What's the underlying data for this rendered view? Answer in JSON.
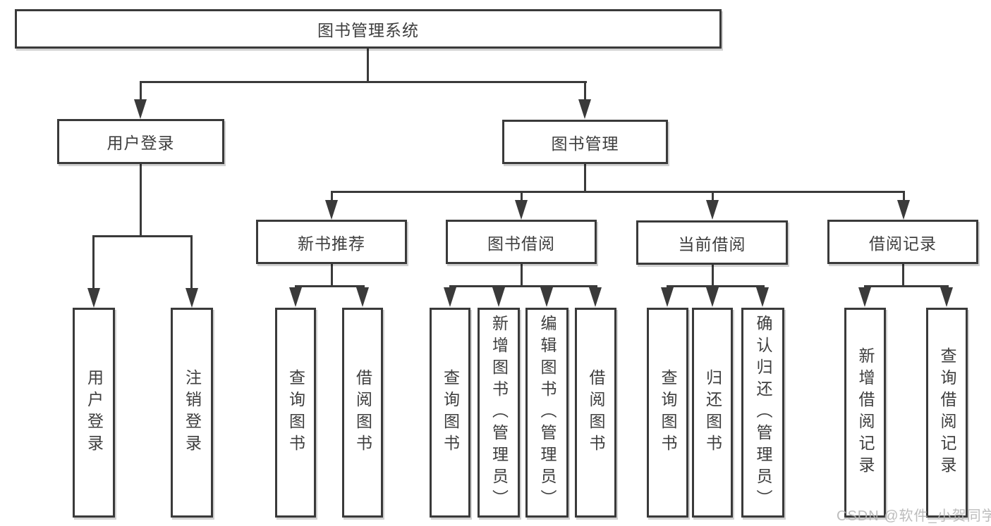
{
  "diagram_title": "图书管理系统",
  "hierarchy": {
    "label": "图书管理系统",
    "children": [
      {
        "label": "用户登录",
        "children": [
          {
            "label": "用户登录"
          },
          {
            "label": "注销登录"
          }
        ]
      },
      {
        "label": "图书管理",
        "children": [
          {
            "label": "新书推荐",
            "children": [
              {
                "label": "查询图书"
              },
              {
                "label": "借阅图书"
              }
            ]
          },
          {
            "label": "图书借阅",
            "children": [
              {
                "label": "查询图书"
              },
              {
                "label": "新增图书（管理员）"
              },
              {
                "label": "编辑图书（管理员）"
              },
              {
                "label": "借阅图书"
              }
            ]
          },
          {
            "label": "当前借阅",
            "children": [
              {
                "label": "查询图书"
              },
              {
                "label": "归还图书"
              },
              {
                "label": "确认归还（管理员）"
              }
            ]
          },
          {
            "label": "借阅记录",
            "children": [
              {
                "label": "新增借阅记录"
              },
              {
                "label": "查询借阅记录"
              }
            ]
          }
        ]
      }
    ]
  },
  "watermark": {
    "text": "CSDN @软件_小贺同学"
  },
  "colors": {
    "line": "#3a3a3a",
    "text": "#3e3e3e",
    "box_bg": "#ffffff",
    "background": "#ffffff",
    "watermark": "#b5b5b5"
  }
}
